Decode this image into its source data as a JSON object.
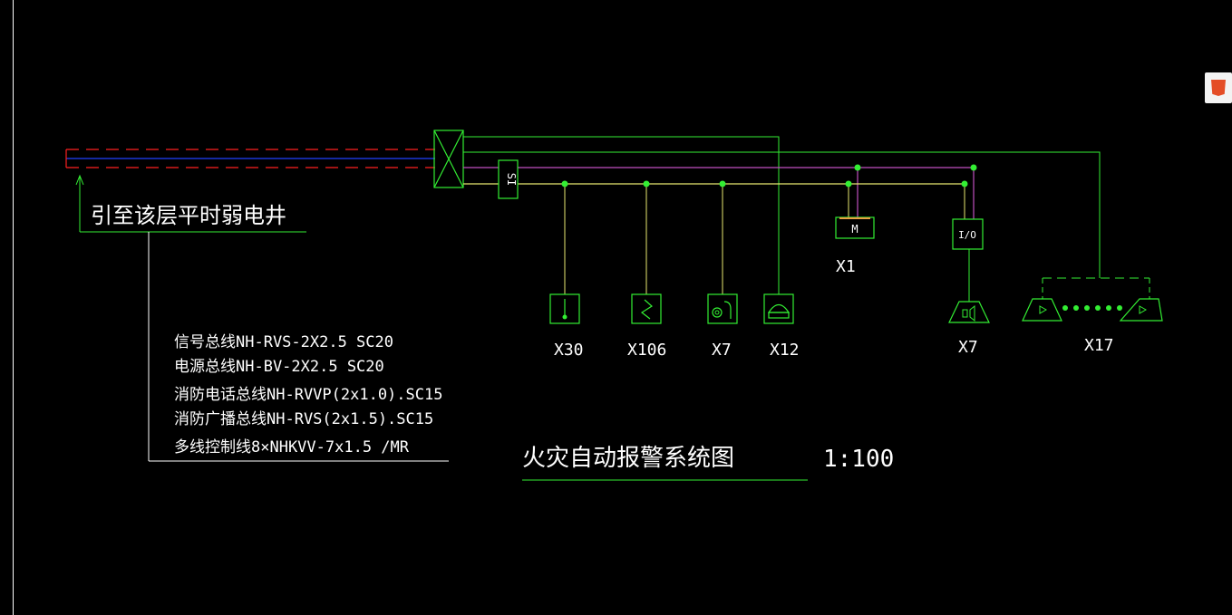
{
  "drawing": {
    "lead_note": "引至该层平时弱电井",
    "title": "火灾自动报警系统图",
    "scale": "1:100",
    "legend": [
      "信号总线NH-RVS-2X2.5 SC20",
      "电源总线NH-BV-2X2.5 SC20",
      "消防电话总线NH-RVVP(2x1.0).SC15",
      "消防广播总线NH-RVS(2x1.5).SC15",
      "多线控制线8×NHKVV-7x1.5 /MR"
    ]
  },
  "devices": {
    "isolator": "SI",
    "module_m": "M",
    "module_io": "I/O",
    "detector_count": "X30",
    "heat_detector_count": "X106",
    "manual_alarm_count": "X7",
    "phone_count": "X12",
    "module_count": "X1",
    "sounder_count": "X7",
    "speaker_count": "X17"
  },
  "colors": {
    "green": "#33ee33",
    "yellow": "#e8e870",
    "magenta": "#c050c0",
    "red": "#ff2020",
    "blue": "#2040ff",
    "text": "#ffffff",
    "background": "#000000"
  },
  "icons": [
    "smoke-detector-icon",
    "heat-detector-icon",
    "manual-alarm-icon",
    "fire-phone-icon",
    "sounder-icon",
    "speaker-icon"
  ]
}
